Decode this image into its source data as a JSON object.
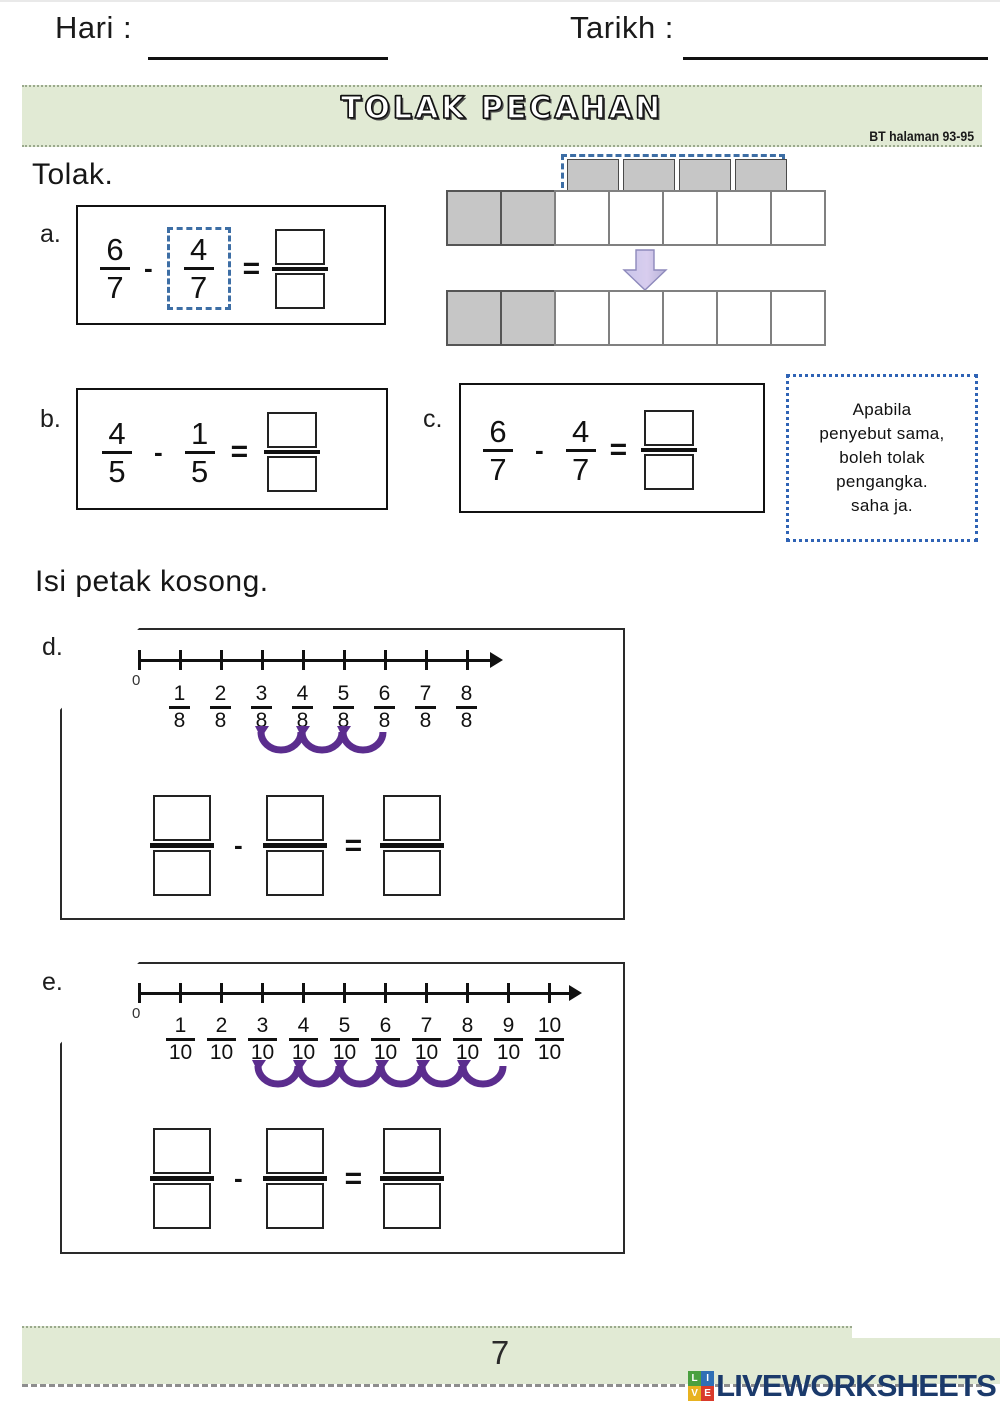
{
  "header": {
    "hari_label": "Hari :",
    "tarikh_label": "Tarikh :"
  },
  "banner": {
    "title": "TOLAK PECAHAN",
    "reference": "BT halaman 93-95",
    "bg_color": "#e1ead4"
  },
  "sections": {
    "first_instruction": "Tolak.",
    "second_instruction": "Isi petak kosong."
  },
  "problems": [
    {
      "letter": "a.",
      "first": {
        "num": "6",
        "den": "7"
      },
      "second": {
        "num": "4",
        "den": "7"
      },
      "operator": "-",
      "equals": "=",
      "answer": {
        "num": "",
        "den": ""
      },
      "highlighted": "second"
    },
    {
      "letter": "b.",
      "first": {
        "num": "4",
        "den": "5"
      },
      "second": {
        "num": "1",
        "den": "5"
      },
      "operator": "-",
      "equals": "=",
      "answer": {
        "num": "",
        "den": ""
      }
    },
    {
      "letter": "c.",
      "first": {
        "num": "6",
        "den": "7"
      },
      "second": {
        "num": "4",
        "den": "7"
      },
      "operator": "-",
      "equals": "=",
      "answer": {
        "num": "",
        "den": ""
      }
    }
  ],
  "bar_model": {
    "total_cells": 7,
    "shaded_before": 6,
    "removed_cells": 4,
    "shaded_after": 2,
    "shade_color": "#c6c6c6",
    "highlight_color": "#3d6ea5"
  },
  "note": {
    "lines": [
      "Apabila",
      "penyebut sama,",
      "boleh tolak",
      "pengangka.",
      "saha ja."
    ],
    "border_color": "#2f63b5"
  },
  "numberline_problems": [
    {
      "letter": "d.",
      "origin_label": "0",
      "denominator": "8",
      "ticks": [
        "1",
        "2",
        "3",
        "4",
        "5",
        "6",
        "7",
        "8"
      ],
      "hops": 3,
      "hop_start": "6",
      "hop_end": "3",
      "hop_color": "#5b2d8e",
      "answer": {
        "first": {
          "num": "",
          "den": ""
        },
        "second": {
          "num": "",
          "den": ""
        },
        "result": {
          "num": "",
          "den": ""
        }
      },
      "operator": "-",
      "equals": "="
    },
    {
      "letter": "e.",
      "origin_label": "0",
      "denominator": "10",
      "ticks": [
        "1",
        "2",
        "3",
        "4",
        "5",
        "6",
        "7",
        "8",
        "9",
        "10"
      ],
      "hops": 6,
      "hop_start": "9",
      "hop_end": "3",
      "hop_color": "#5b2d8e",
      "answer": {
        "first": {
          "num": "",
          "den": ""
        },
        "second": {
          "num": "",
          "den": ""
        },
        "result": {
          "num": "",
          "den": ""
        }
      },
      "operator": "-",
      "equals": "="
    }
  ],
  "footer": {
    "page_number": "7",
    "logo_tiles": [
      "L",
      "I",
      "V",
      "E"
    ],
    "logo_tile_colors": [
      "#4aa03f",
      "#2f6fb5",
      "#e8b220",
      "#d93a2b"
    ],
    "logo_text": "LIVEWORKSHEETS",
    "logo_color": "#1b3a6b"
  }
}
